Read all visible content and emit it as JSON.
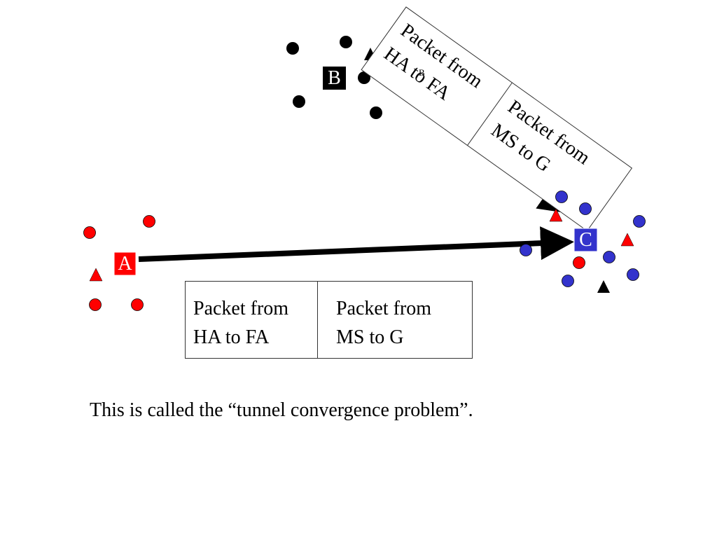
{
  "diagram": {
    "nodes": {
      "a": {
        "label": "A",
        "fill": "#ff0000"
      },
      "b": {
        "label": "B",
        "fill": "#000000"
      },
      "c": {
        "label": "C",
        "fill": "#3333cc"
      }
    },
    "small_label": "B",
    "colors": {
      "red": "#ff0000",
      "blue": "#3333cc",
      "black": "#000000"
    }
  },
  "packet_lower": {
    "cell1_line1": "Packet from",
    "cell1_line2": "HA to FA",
    "cell2_line1": "Packet from",
    "cell2_line2": "MS to G"
  },
  "packet_upper": {
    "cell1_line1": "Packet from",
    "cell1_line2": "HA to FA",
    "cell2_line1": "Packet from",
    "cell2_line2": "MS to G"
  },
  "caption": "This is called the “tunnel convergence problem”."
}
